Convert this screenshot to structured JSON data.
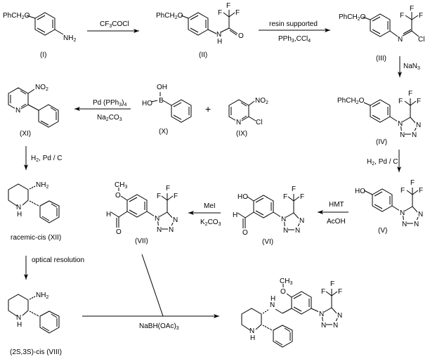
{
  "title": "Synthesis scheme of a tetrazolyl-benzylamino-2-phenylpiperidine",
  "compounds": {
    "I": {
      "label": "(I)",
      "groups": {
        "ether": "PhCH2O",
        "amine": "NH2"
      }
    },
    "II": {
      "label": "(II)",
      "groups": {
        "ether": "PhCH2O",
        "nh": "N",
        "h": "H",
        "o": "O",
        "f1": "F",
        "f2": "F",
        "f3": "F"
      }
    },
    "III": {
      "label": "(III)",
      "groups": {
        "ether": "PhCH2O",
        "n": "N",
        "cl": "Cl",
        "f1": "F",
        "f2": "F",
        "f3": "F"
      }
    },
    "IV": {
      "label": "(IV)",
      "groups": {
        "ether": "PhCH2O",
        "n1": "N",
        "n2": "N",
        "n3": "N",
        "n4": "N",
        "f1": "F",
        "f2": "F",
        "f3": "F"
      }
    },
    "V": {
      "label": "(V)",
      "groups": {
        "ho": "HO",
        "n1": "N",
        "n2": "N",
        "n3": "N",
        "n4": "N",
        "f1": "F",
        "f2": "F",
        "f3": "F"
      }
    },
    "VI": {
      "label": "(VI)",
      "groups": {
        "ho": "HO",
        "h": "H",
        "o": "O",
        "n1": "N",
        "n2": "N",
        "n3": "N",
        "n4": "N",
        "f1": "F",
        "f2": "F",
        "f3": "F"
      }
    },
    "VII": {
      "label": "(VII)",
      "groups": {
        "ch3": "CH3",
        "o_me": "O",
        "h": "H",
        "o": "O",
        "n1": "N",
        "n2": "N",
        "n3": "N",
        "n4": "N",
        "f1": "F",
        "f2": "F",
        "f3": "F"
      }
    },
    "IX": {
      "label": "(IX)",
      "groups": {
        "no2": "NO2",
        "n": "N",
        "cl": "Cl"
      }
    },
    "X": {
      "label": "(X)",
      "groups": {
        "oh": "OH",
        "ho": "HO",
        "b": "B"
      }
    },
    "XI": {
      "label": "(XI)",
      "groups": {
        "no2": "NO2",
        "n": "N"
      }
    },
    "XII": {
      "label": "racemic-cis (XII)",
      "groups": {
        "nh2": "NH2",
        "n": "N",
        "h": "H"
      }
    },
    "VIII": {
      "label": "(2S,3S)-cis (VIII)",
      "groups": {
        "nh2": "NH2",
        "n": "N",
        "h": "H"
      }
    },
    "product": {
      "groups": {
        "ch3": "CH3",
        "o": "O",
        "nh_n": "N",
        "nh_h": "H",
        "pip_n": "N",
        "pip_h": "H",
        "n1": "N",
        "n2": "N",
        "n3": "N",
        "n4": "N",
        "f1": "F",
        "f2": "F",
        "f3": "F"
      }
    }
  },
  "reagents": {
    "step1": "CF3COCl",
    "step2_top": "resin supported",
    "step2_bottom": "PPh3,CCl4",
    "step3": "NaN3",
    "step4": "H2, Pd / C",
    "step5_top": "HMT",
    "step5_bottom": "AcOH",
    "step6_top": "MeI",
    "step6_bottom": "K2CO3",
    "suzuki_top": "Pd (PPh3)4",
    "suzuki_bottom": "Na2CO3",
    "plus": "+",
    "step_xi": "H2, Pd / C",
    "resolution": "optical resolution",
    "reductive_amination": "NaBH(OAc)3"
  }
}
